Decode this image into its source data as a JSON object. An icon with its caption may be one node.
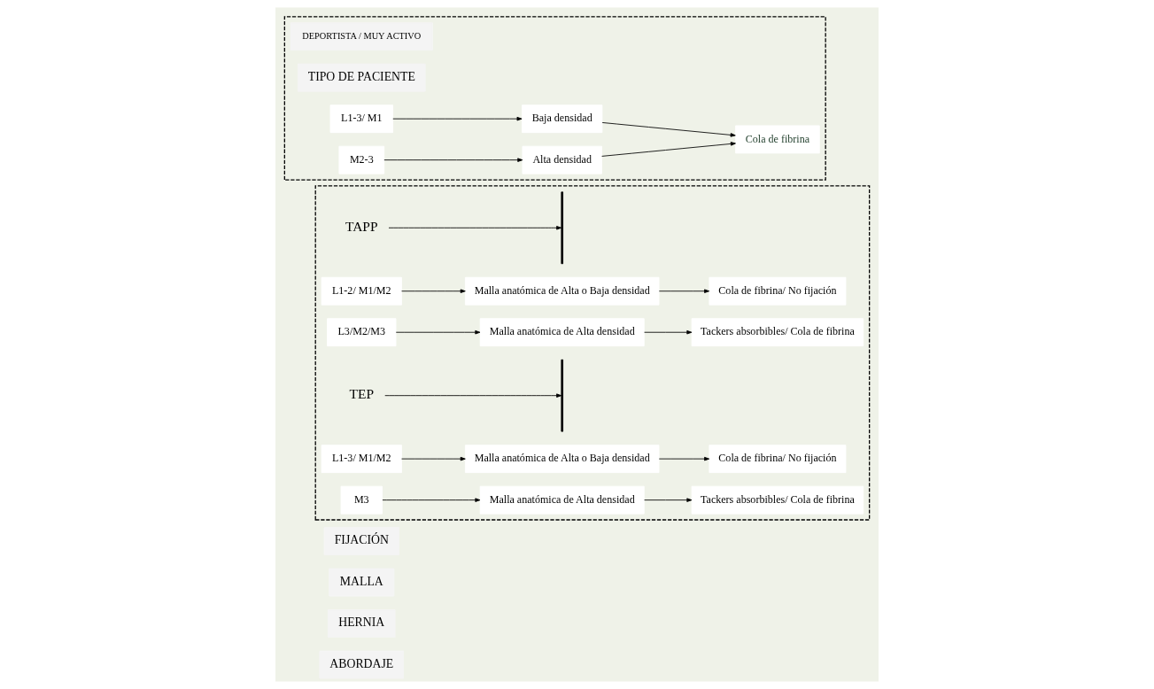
{
  "diagram": {
    "nodes": [
      {
        "text": [
          "ABORDAJE"
        ]
      },
      {
        "text": [
          "HERNIA"
        ]
      },
      {
        "text": [
          "MALLA"
        ]
      },
      {
        "text": [
          "FIJACIÓN"
        ]
      },
      {
        "text": [],
        "shape": "box"
      },
      {
        "text": [
          "TAPP"
        ],
        "in": 4
      },
      {
        "text": [],
        "shape": "bar",
        "in": 4
      },
      {
        "text": [
          "L1-2/ M1/M2"
        ],
        "in": 4
      },
      {
        "text": [
          "Malla anatómica de Alta o Baja densidad"
        ],
        "in": 4
      },
      {
        "text": [
          "Cola de fibrina/ No fijación"
        ],
        "in": 4
      },
      {
        "text": [
          "L3/M2/M3"
        ],
        "in": 4
      },
      {
        "text": [
          "Malla anatómica de Alta densidad"
        ],
        "in": 4
      },
      {
        "text": [
          "Tackers absorbibles/ Cola de fibrina"
        ],
        "in": 4
      },
      {
        "text": [
          "TEP"
        ],
        "in": 4
      },
      {
        "text": [],
        "shape": "bar",
        "in": 4
      },
      {
        "text": [
          "L1-3/ M1/M2"
        ],
        "in": 4
      },
      {
        "text": [
          "Malla anatómica de Alta o Baja densidad"
        ],
        "in": 4
      },
      {
        "text": [
          "Cola de fibrina/ No fijación"
        ],
        "in": 4
      },
      {
        "text": [
          "M3"
        ],
        "in": 4
      },
      {
        "text": [
          "Malla anatómica de Alta densidad"
        ],
        "in": 4
      },
      {
        "text": [
          "Tackers absorbibles/ Cola de fibrina"
        ],
        "in": 4
      },
      {
        "text": [],
        "shape": "box"
      },
      {
        "text": [
          "DEPORTISTA / MUY ACTIVO"
        ],
        "in": 21
      },
      {
        "text": [
          "TIPO DE PACIENTE"
        ],
        "in": 21
      },
      {
        "text": [
          "L1-3/ M1"
        ],
        "in": 21
      },
      {
        "text": [
          "Baja densidad"
        ],
        "in": 21
      },
      {
        "text": [
          "M2-3"
        ],
        "in": 21
      },
      {
        "text": [
          "Alta densidad"
        ],
        "in": 21
      },
      {
        "text": [
          "Cola de fibrina"
        ],
        "in": 21
      }
    ],
    "edges": [
      {
        "from": 5,
        "to": 6,
        "arrow": "to"
      },
      {
        "from": 7,
        "to": 8,
        "arrow": "to"
      },
      {
        "from": 8,
        "to": 9,
        "arrow": "to"
      },
      {
        "from": 10,
        "to": 11,
        "arrow": "to"
      },
      {
        "from": 11,
        "to": 12,
        "arrow": "to"
      },
      {
        "from": 13,
        "to": 14,
        "arrow": "to"
      },
      {
        "from": 15,
        "to": 16,
        "arrow": "to"
      },
      {
        "from": 16,
        "to": 17,
        "arrow": "to"
      },
      {
        "from": 18,
        "to": 19,
        "arrow": "to"
      },
      {
        "from": 19,
        "to": 20,
        "arrow": "to"
      },
      {
        "from": 24,
        "to": 25,
        "arrow": "to"
      },
      {
        "from": 25,
        "to": 28,
        "arrow": "to"
      },
      {
        "from": 26,
        "to": 27,
        "arrow": "to"
      },
      {
        "from": 27,
        "to": 28,
        "arrow": "to"
      }
    ]
  }
}
